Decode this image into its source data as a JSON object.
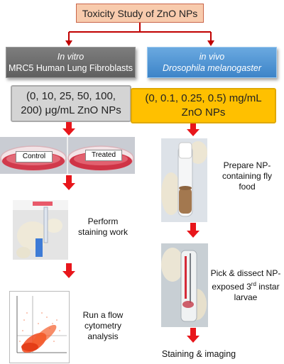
{
  "title": "Toxicity Study of ZnO NPs",
  "in_vitro": {
    "label": "In vitro",
    "model": "MRC5 Human Lung Fibroblasts"
  },
  "in_vivo": {
    "label": "in vivo",
    "model": "Drosophila melanogaster"
  },
  "vitro_concentrations": {
    "line1": "(0, 10, 25, 50, 100,",
    "line2": "200) μg/mL ZnO NPs"
  },
  "vivo_concentrations": {
    "line1": "(0, 0.1, 0.25, 0.5) mg/mL",
    "line2": "ZnO NPs"
  },
  "dish_labels": {
    "control": "Control",
    "treated": "Treated"
  },
  "vitro_steps": {
    "staining": {
      "line1": "Perform",
      "line2": "staining work"
    },
    "flow": {
      "line1": "Run a flow",
      "line2": "cytometry",
      "line3": "analysis"
    }
  },
  "vivo_steps": {
    "food": {
      "line1": "Prepare NP-",
      "line2": "containing fly",
      "line3": "food"
    },
    "dissect": {
      "line1": "Pick & dissect NP-",
      "line2_pre": "exposed 3",
      "line2_sup": "rd",
      "line2_post": " instar",
      "line3": "larvae"
    },
    "final": "Staining & imaging"
  },
  "colors": {
    "arrow_red": "#e8161b",
    "connector": "#c00000",
    "title_fill": "#f8cbad",
    "vitro_fill": "#6e6e6e",
    "vivo_fill": "#4a90d2",
    "vitro_conc_fill": "#d4d4d4",
    "vivo_conc_fill": "#ffc000"
  }
}
